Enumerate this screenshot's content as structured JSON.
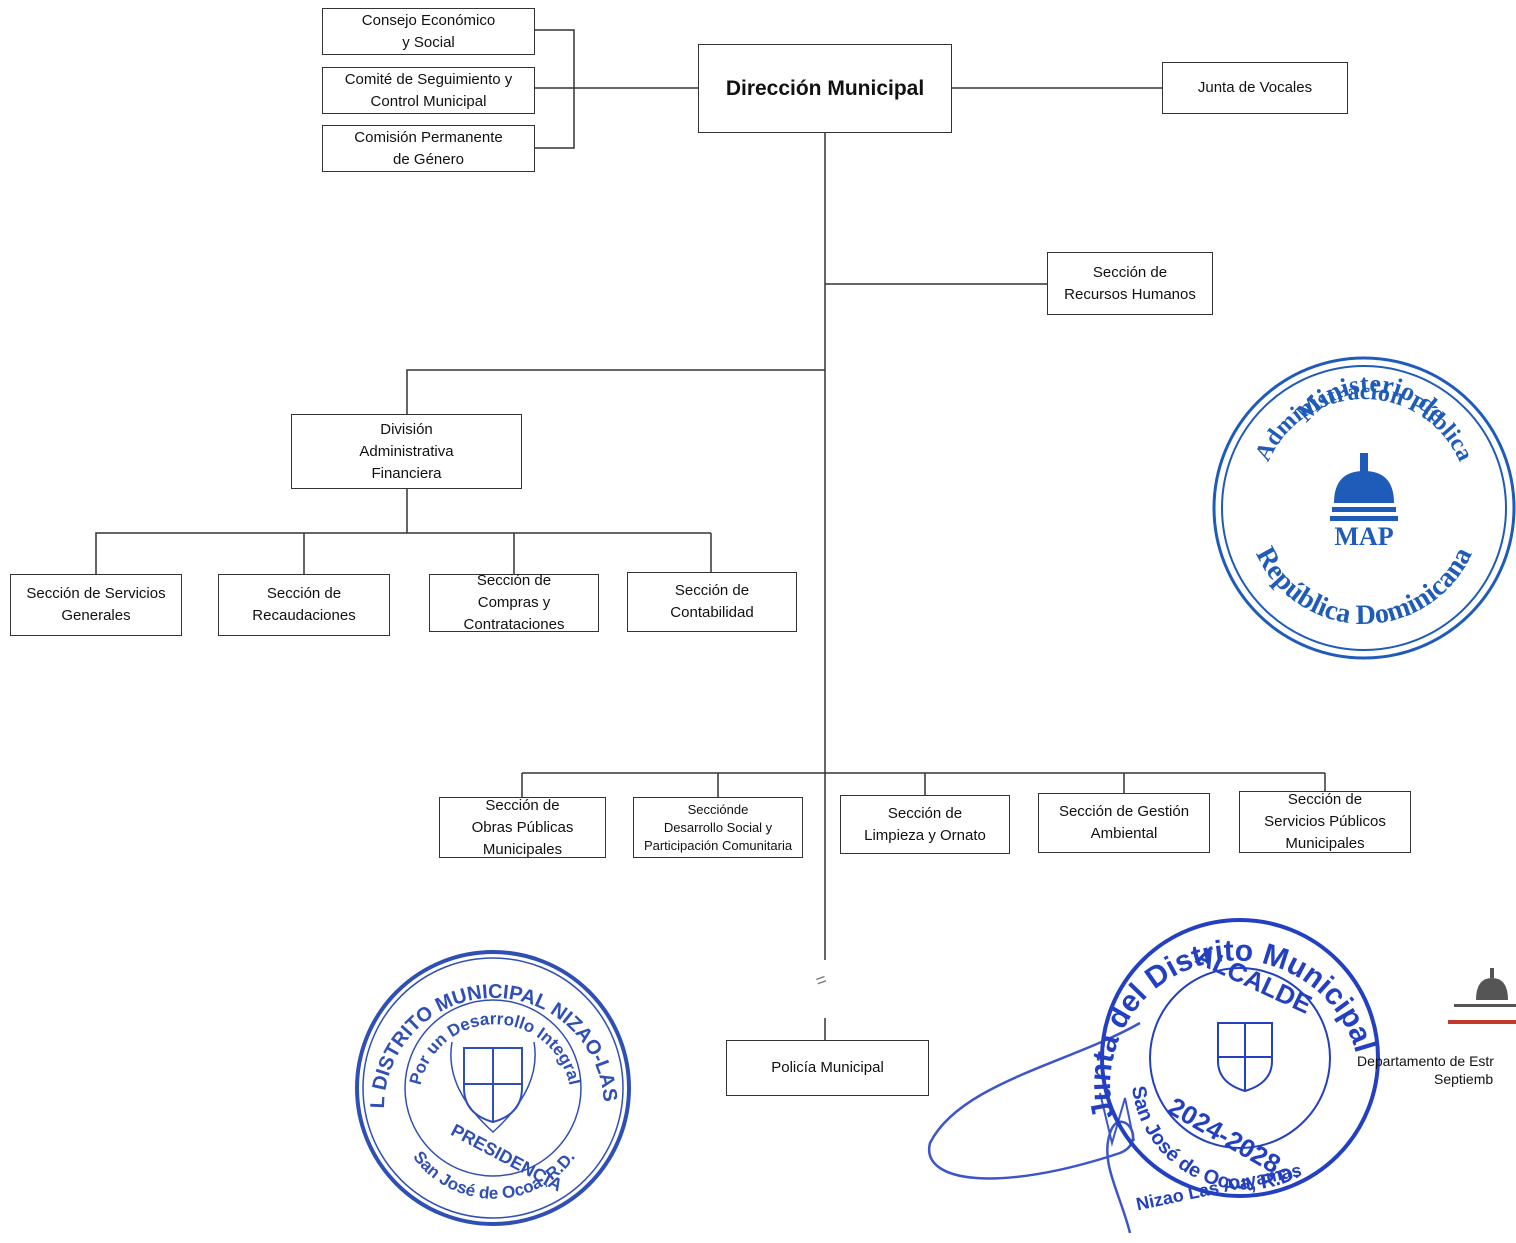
{
  "org_chart": {
    "top": "Dirección Municipal",
    "advisory": [
      "Consejo Económico\ny Social",
      "Comité de Seguimiento y\nControl Municipal",
      "Comisión Permanente\nde Género"
    ],
    "junta": "Junta de Vocales",
    "hr": "Sección de\nRecursos Humanos",
    "division": "División\nAdministrativa\nFinanciera",
    "division_sections": [
      "Sección de Servicios\nGenerales",
      "Sección de\nRecaudaciones",
      "Sección de\nCompras y\nContrataciones",
      "Sección de\nContabilidad"
    ],
    "operational_sections": [
      "Sección de\nObras Públicas\nMunicipales",
      "Secciónde\nDesarrollo Social y\nParticipación Comunitaria",
      "Sección de\nLimpieza y Ornato",
      "Sección de Gestión\nAmbiental",
      "Sección de\nServicios Públicos\nMunicipales"
    ],
    "police": "Policía Municipal",
    "break_mark": "="
  },
  "stamps": {
    "map_seal": {
      "top_text": "Ministerio de",
      "mid_text": "Administración Pública",
      "bottom_text": "República Dominicana",
      "logo": "MAP",
      "color": "#1f5bb8"
    },
    "presidencia_seal": {
      "ring_text": "JUNTA DEL DISTRITO MUNICIPAL NIZAO-LAS AUYAMAS",
      "motto": "\"Por un Desarrollo Integral\"",
      "center": "PRESIDENCIA",
      "bottom": "San José de Ocoa, R.D.",
      "color": "#2f4fb5"
    },
    "alcalde_seal": {
      "ring_text": "Junta del Distrito Municipal",
      "center": "ALCALDE",
      "period": "2024-2028",
      "bottom": "San José de Ocoa, R.D.",
      "place": "Nizao Las Auyamas",
      "color": "#2340c0"
    }
  },
  "footer": {
    "line1": "Departamento de Estr",
    "line2": "Septiemb"
  }
}
